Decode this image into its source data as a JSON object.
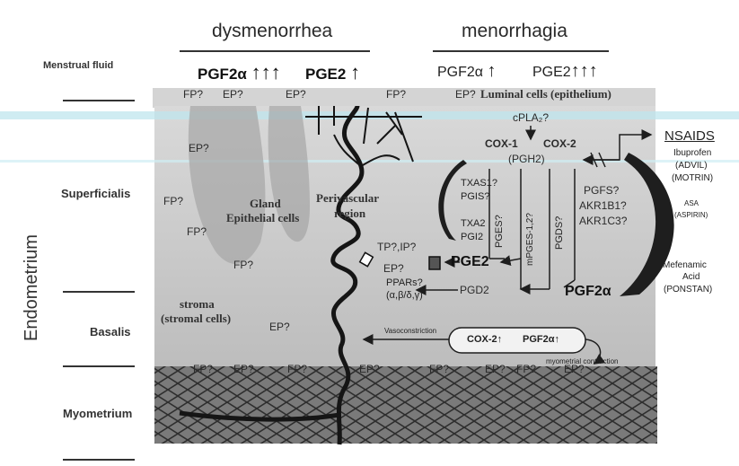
{
  "headers": {
    "dysmenorrhea": "dysmenorrhea",
    "menorrhagia": "menorrhagia"
  },
  "levels": {
    "menstrual_fluid": "Menstrual fluid",
    "superficialis": "Superficialis",
    "basalis": "Basalis",
    "myometrium": "Myometrium",
    "endometrium": "Endometrium"
  },
  "fluid_markers": {
    "pgf2a_left": "PGF2α",
    "pge2_left": "PGE2",
    "pgf2a_right": "PGF2α",
    "pge2_right": "PGE2"
  },
  "receptors": {
    "fp1": "FP?",
    "ep1": "EP?",
    "ep2": "EP?",
    "fp2": "FP?",
    "ep3": "EP?",
    "ep4": "EP?",
    "fp3": "FP?",
    "fp4": "FP?",
    "fp5": "FP?",
    "ep5": "EP?",
    "tp_ip": "TP?,IP?",
    "ep6": "EP?",
    "myo1": "FP?",
    "myo2": "EP?",
    "myo3": "FP?",
    "myo4": "EP?",
    "myo5": "FP?",
    "myo6": "EP?",
    "myo7": "FP?",
    "myo8": "EP?"
  },
  "regions": {
    "luminal": "Luminal cells (epithelium)",
    "gland_1": "Gland",
    "gland_2": "Epithelial cells",
    "perivascular_1": "Perivascular",
    "perivascular_2": "region",
    "stroma_1": "stroma",
    "stroma_2": "(stromal cells)"
  },
  "pathway": {
    "cpla2": "cPLA₂?",
    "cox1": "COX-1",
    "cox2": "COX-2",
    "pgh2": "(PGH2)",
    "txas": "TXAS1?",
    "pgis": "PGIS?",
    "txa2": "TXA2",
    "pgi2": "PGI2",
    "pges": "PGES?",
    "mpges": "mPGES-1,2?",
    "pgds": "PGDS?",
    "pgfs": "PGFS?",
    "akr1b1": "AKR1B1?",
    "akr1c3": "AKR1C3?",
    "pge2": "PGE2",
    "pgd2": "PGD2",
    "pgf2a": "PGF2α",
    "ppars_1": "PPARs?",
    "ppars_2": "(α,β/δ,γ)"
  },
  "drugs": {
    "nsaids": "NSAIDS",
    "ibuprofen": "Ibuprofen",
    "advil": "(ADVIL)",
    "motrin": "(MOTRIN)",
    "asa": "ASA",
    "aspirin": "(ASPIRIN)",
    "mefenamic_1": "Mefenamic",
    "mefenamic_2": "Acid",
    "ponstan": "(PONSTAN)"
  },
  "basalis_box": {
    "cox2": "COX-2",
    "pgf2a": "PGF2α",
    "vasoconstriction": "Vasoconstriction",
    "myometrial": "myometrial contraction"
  },
  "colors": {
    "background": "#ffffff",
    "tissue": "#c8c8c8",
    "myometrium": "#6e6e6e",
    "ink": "#1e1e1e",
    "smear": "#bfe6ee"
  }
}
